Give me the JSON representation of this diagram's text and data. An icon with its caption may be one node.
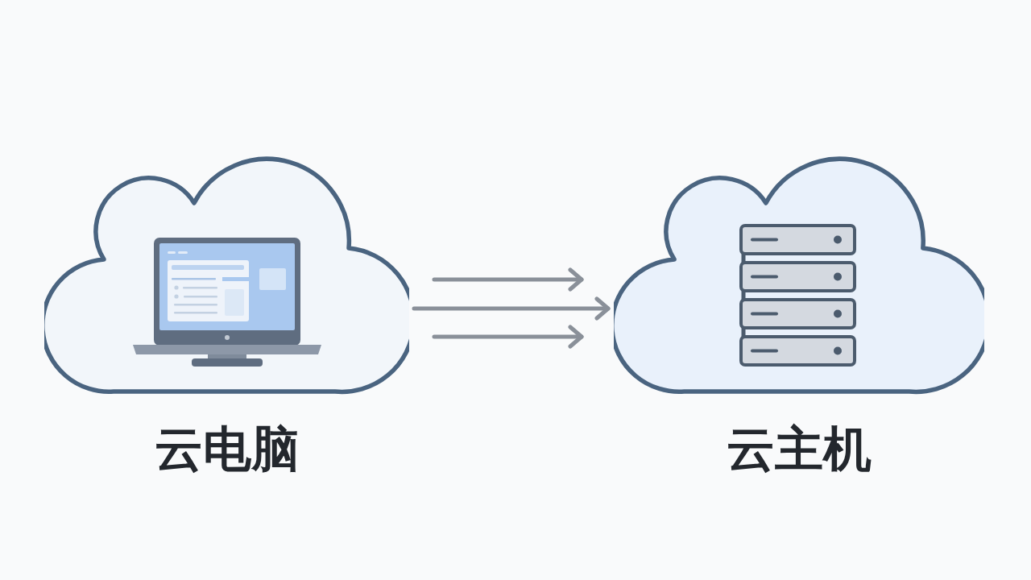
{
  "diagram": {
    "nodes": [
      {
        "text": [
          "云电脑"
        ]
      },
      {
        "text": [
          "云主机"
        ]
      }
    ],
    "edges": [
      {
        "from": 0,
        "to": 1,
        "arrow": "to"
      },
      {
        "from": 0,
        "to": 1,
        "arrow": "to"
      },
      {
        "from": 0,
        "to": 1,
        "arrow": "to"
      }
    ]
  }
}
